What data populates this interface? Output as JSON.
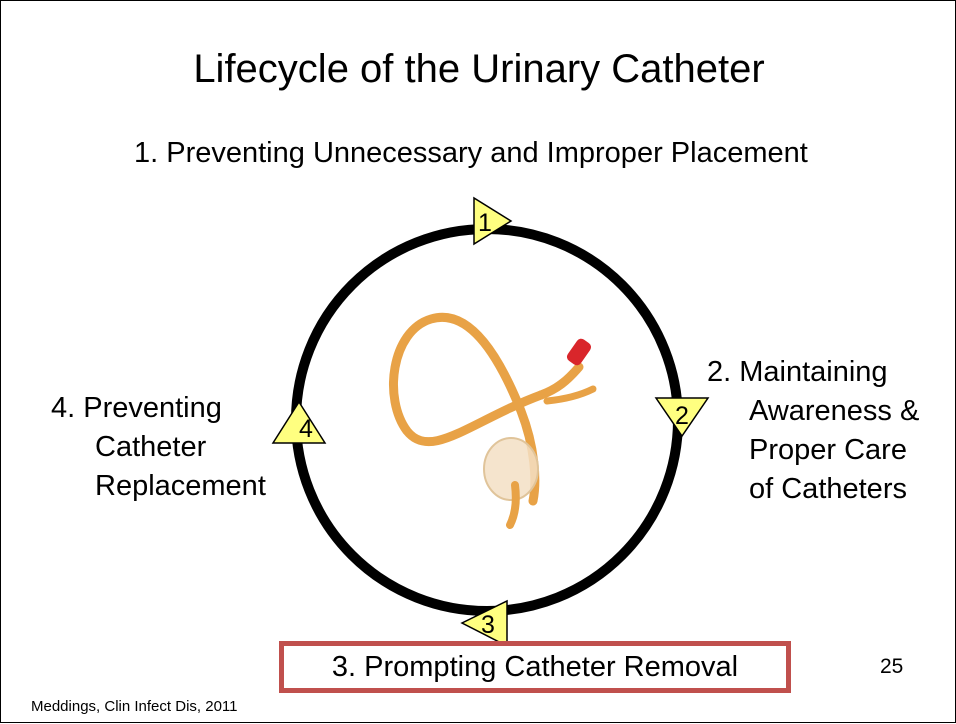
{
  "slide": {
    "title": "Lifecycle of the Urinary Catheter",
    "steps": {
      "step1": "1.  Preventing Unnecessary and Improper Placement",
      "step2": [
        "2.  Maintaining",
        "Awareness &",
        "Proper Care",
        "of Catheters"
      ],
      "step3": "3.  Prompting Catheter Removal",
      "step4": [
        "4.  Preventing",
        "Catheter",
        "Replacement"
      ]
    },
    "markers": [
      "1",
      "2",
      "3",
      "4"
    ],
    "citation": "Meddings, Clin Infect Dis, 2011",
    "page_number": "25",
    "colors": {
      "cycle_ring": "#000000",
      "marker_fill": "#ffff80",
      "highlight_border": "#c0504d",
      "catheter": "#e8a246",
      "catheter_tip": "#d9262b"
    }
  }
}
